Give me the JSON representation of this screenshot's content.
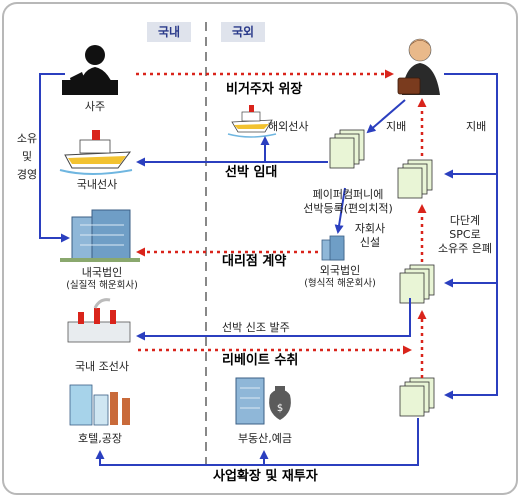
{
  "headers": {
    "domestic": "국내",
    "overseas": "국외"
  },
  "side_label": {
    "own": "소유",
    "and": "및",
    "manage": "경영"
  },
  "entities": {
    "owner": "사주",
    "domestic_shipping": "국내선사",
    "domestic_corp_line1": "내국법인",
    "domestic_corp_line2": "(실질적 해운회사)",
    "shipbuilder": "국내 조선사",
    "hotel_factory": "호텔,공장",
    "foreign_shipping": "해외선사",
    "paper_company_line1": "페이퍼컴퍼니에",
    "paper_company_line2": "선박등록(편의치적)",
    "foreign_corp_line1": "외국법인",
    "foreign_corp_line2": "(형식적 해운회사)",
    "realestate": "부동산,예금"
  },
  "flows": {
    "nonresident": "비거주자 위장",
    "ship_lease": "선박 임대",
    "agency": "대리점 계약",
    "order": "선박 신조 발주",
    "rebate": "리베이트 수취",
    "expand": "사업확장 및 재투자"
  },
  "relations": {
    "control1": "지배",
    "control2": "지배",
    "subsidiary_line1": "자회사",
    "subsidiary_line2": "신설",
    "multistage_line1": "다단계",
    "multistage_line2": "SPC로",
    "multistage_line3": "소유주 은폐"
  },
  "colors": {
    "arrow_blue": "#2b3fbf",
    "arrow_red": "#d9241b",
    "divider": "#888888"
  }
}
